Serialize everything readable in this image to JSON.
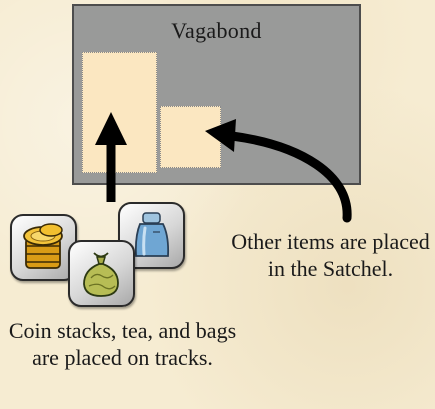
{
  "board": {
    "title": "Vagabond"
  },
  "captions": {
    "tracks": "Coin stacks, tea, and bags are placed on tracks.",
    "satchel": "Other items are placed in the Satchel."
  },
  "icons": {
    "coins": "coin-stack-icon",
    "tea": "tea-icon",
    "bag": "bag-icon"
  },
  "colors": {
    "board": "#999a99",
    "slot": "#fbe7c1",
    "arrow": "#000000",
    "background": "#f6ecd2"
  }
}
